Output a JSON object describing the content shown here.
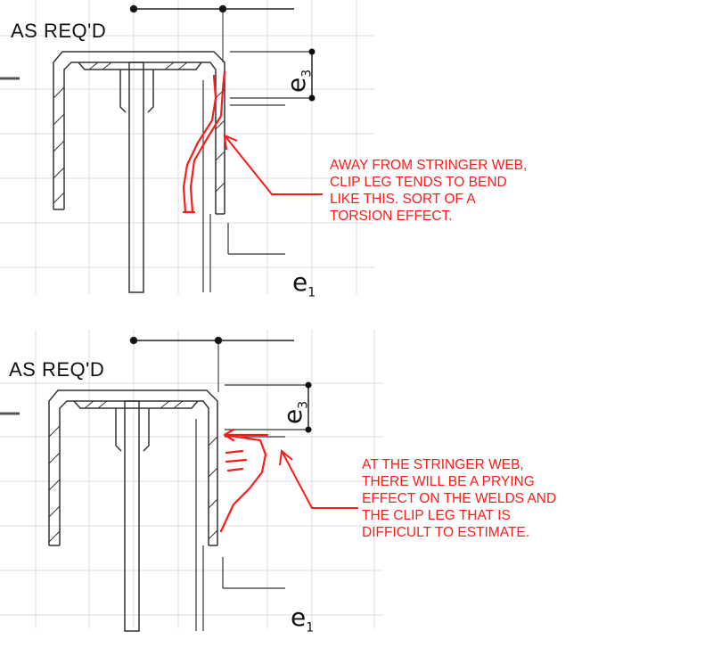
{
  "top_panel": {
    "label_as_req": "AS REQ'D",
    "dim_e1": "e",
    "dim_e1_sub": "1",
    "dim_e3": "e",
    "dim_e3_sub": "3",
    "note_lines": [
      "AWAY FROM STRINGER WEB,",
      "CLIP LEG TENDS TO BEND",
      "LIKE THIS.  SORT OF A",
      "TORSION EFFECT."
    ]
  },
  "bottom_panel": {
    "label_as_req": "AS REQ'D",
    "dim_e1": "e",
    "dim_e1_sub": "1",
    "dim_e3": "e",
    "dim_e3_sub": "3",
    "note_lines": [
      "AT THE STRINGER WEB,",
      "THERE WILL BE A PRYING",
      "EFFECT ON THE WELDS AND",
      "THE CLIP LEG THAT IS",
      "DIFFICULT TO ESTIMATE."
    ]
  },
  "colors": {
    "annotation": "#ff1a1a",
    "drawing": "#333333",
    "grid": "#d9d9d9"
  }
}
